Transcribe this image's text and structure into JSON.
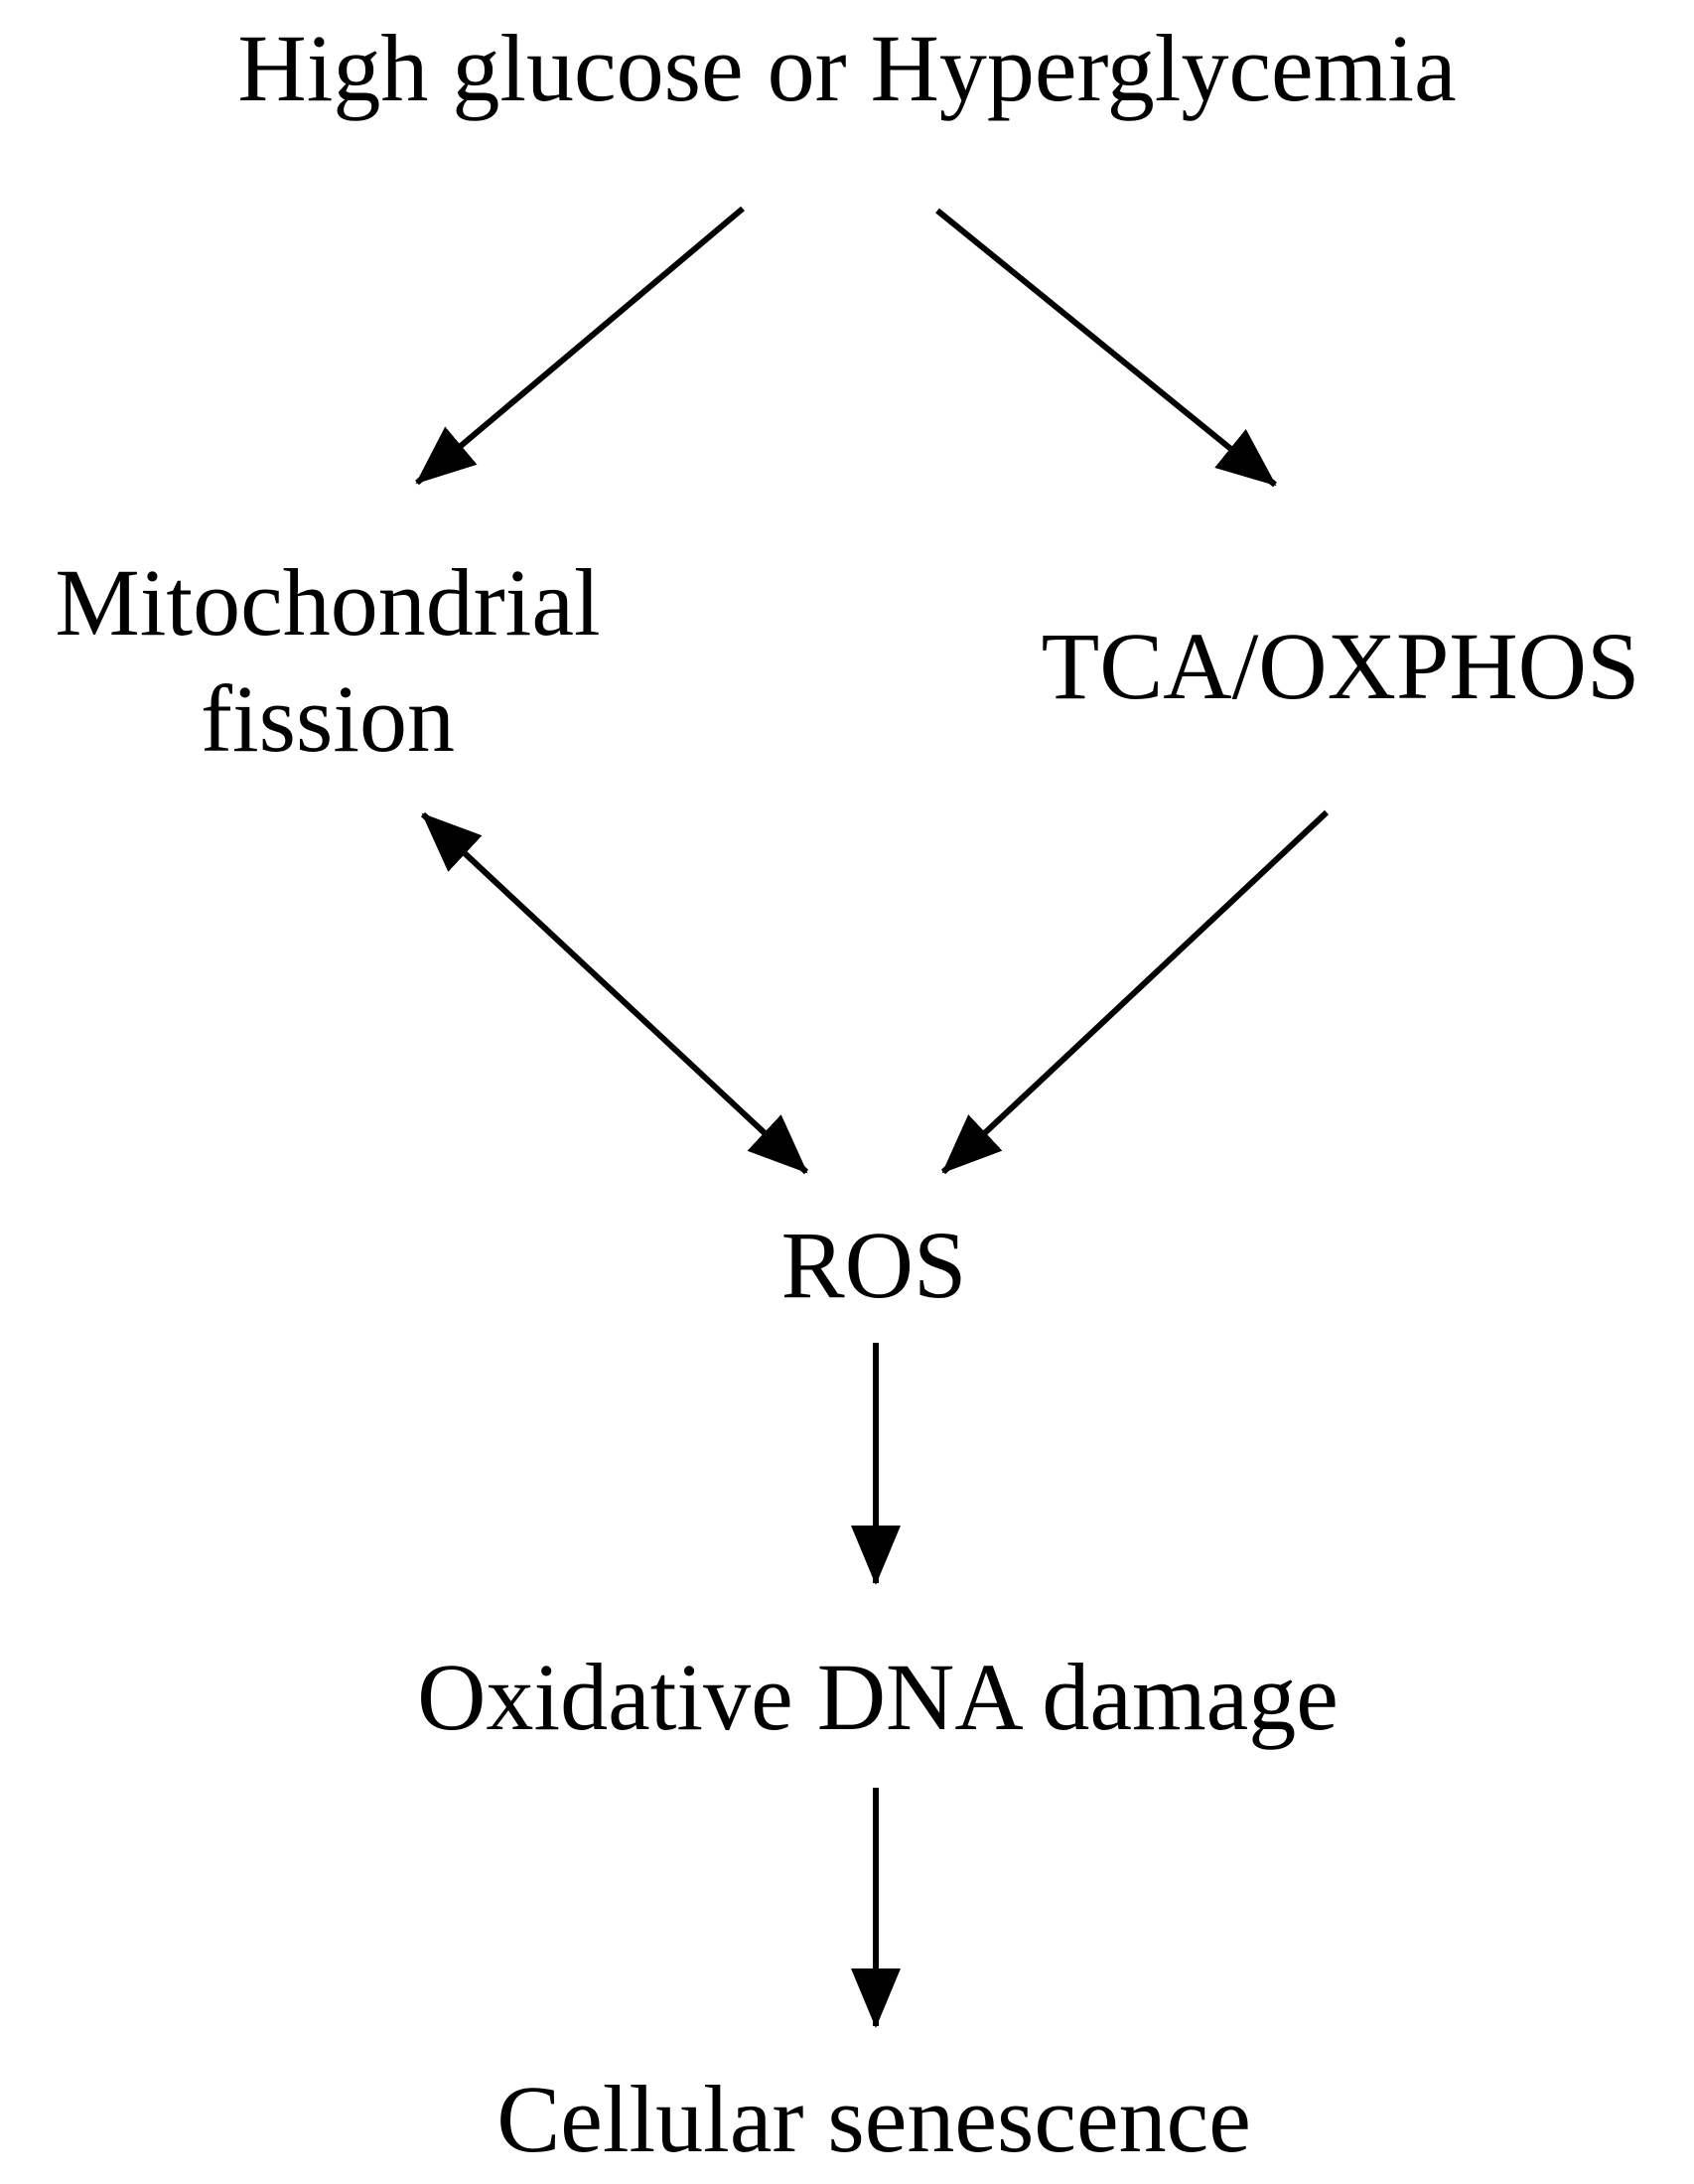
{
  "diagram": {
    "nodes": {
      "top": "High glucose or Hyperglycemia",
      "mito_line1": "Mitochondrial",
      "mito_line2": "fission",
      "tca": "TCA/OXPHOS",
      "ros": "ROS",
      "dna": "Oxidative DNA damage",
      "senescence": "Cellular senescence"
    },
    "edges": [
      {
        "from": "High glucose or Hyperglycemia",
        "to": "Mitochondrial fission",
        "direction": "forward"
      },
      {
        "from": "High glucose or Hyperglycemia",
        "to": "TCA/OXPHOS",
        "direction": "forward"
      },
      {
        "from": "Mitochondrial fission",
        "to": "ROS",
        "direction": "bidirectional"
      },
      {
        "from": "TCA/OXPHOS",
        "to": "ROS",
        "direction": "forward"
      },
      {
        "from": "ROS",
        "to": "Oxidative DNA damage",
        "direction": "forward"
      },
      {
        "from": "Oxidative DNA damage",
        "to": "Cellular senescence",
        "direction": "forward"
      }
    ],
    "colors": {
      "line": "#000000",
      "background": "#ffffff"
    }
  }
}
